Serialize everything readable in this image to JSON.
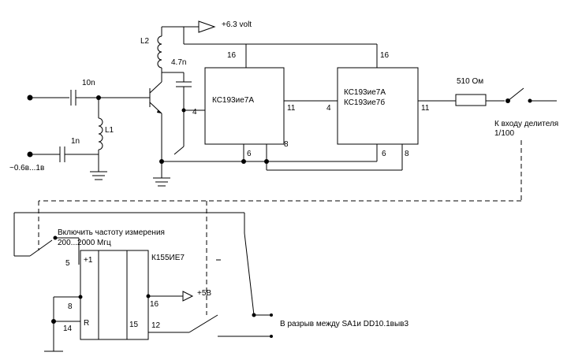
{
  "labels": {
    "supply_63": "+6.3 volt",
    "l2": "L2",
    "l1": "L1",
    "c_10n": "10n",
    "c_1n": "1n",
    "c_47n": "4.7n",
    "input_level": "~0.6в...1в",
    "ic1_name": "КС193ие7А",
    "ic2_name_1": "КС193ие7А",
    "ic2_name_2": "КС193ие7б",
    "ic1_pin16": "16",
    "ic1_pin4": "4",
    "ic1_pin11": "11",
    "ic1_pin6": "6",
    "ic1_pin8": "8",
    "ic2_pin16": "16",
    "ic2_pin4": "4",
    "ic2_pin11": "11",
    "ic2_pin6": "6",
    "ic2_pin8": "8",
    "resistor": "510 Ом",
    "output_1": "К входу делителя",
    "output_2": "1/100",
    "switch_1": "Включить частоту измерения",
    "switch_2": "200...2000 Мгц",
    "counter_name": "К155ИЕ7",
    "counter_pin5": "5",
    "counter_plus1": "+1",
    "counter_pin8": "8",
    "counter_R": "R",
    "counter_pin14": "14",
    "counter_pin16": "16",
    "counter_pin15": "15",
    "counter_pin12": "12",
    "supply_5": "+5В",
    "break_note": "В разрыв между SA1и DD10.1выв3"
  }
}
